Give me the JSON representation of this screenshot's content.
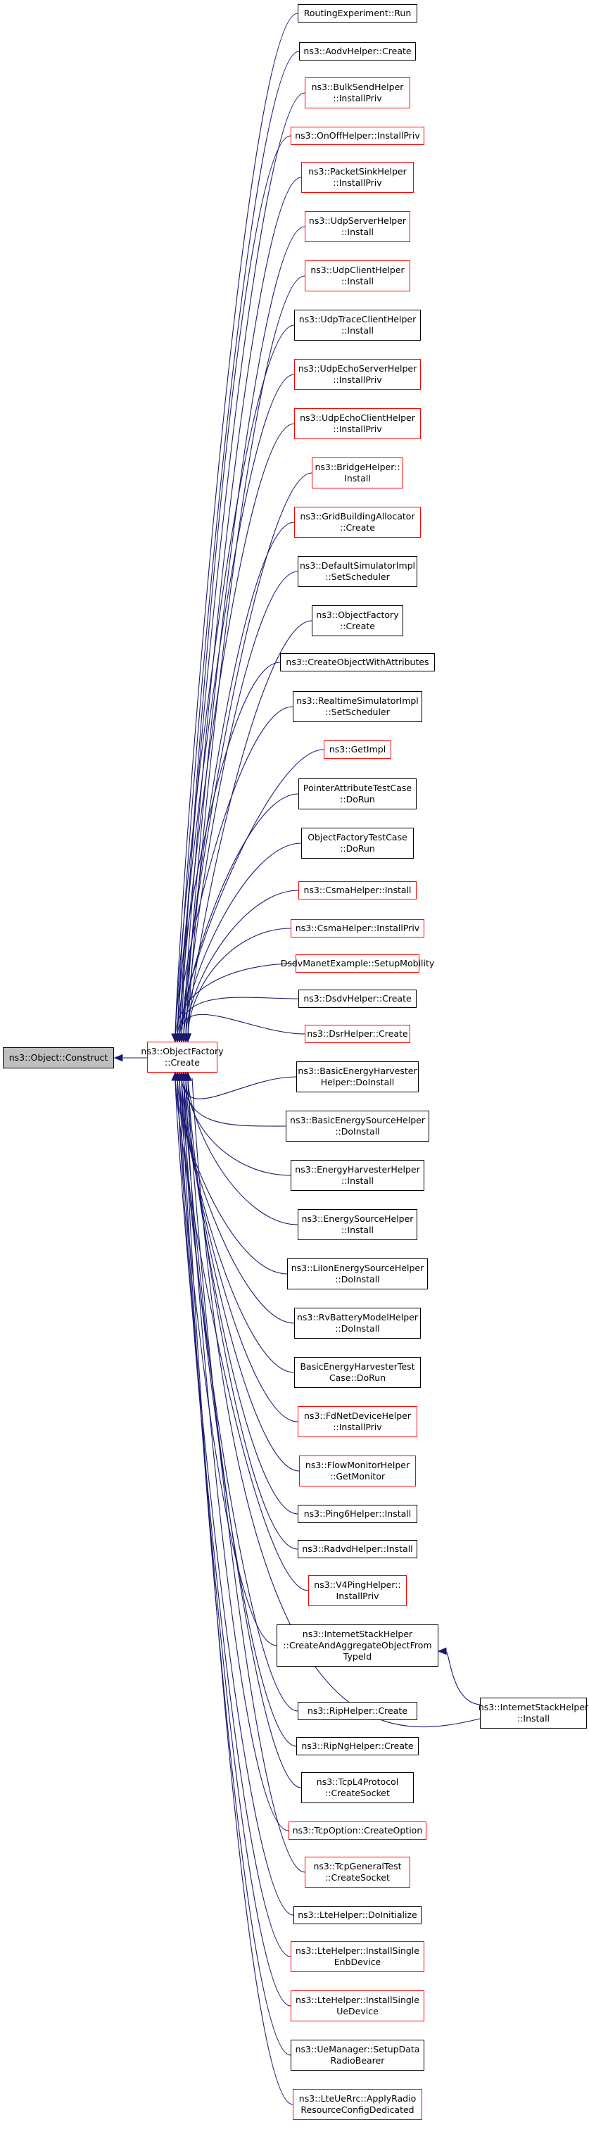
{
  "diagram": {
    "root": {
      "lines": [
        "ns3::Object::Construct"
      ]
    },
    "factory": {
      "lines": [
        "ns3::ObjectFactory",
        "::Create"
      ],
      "border": "red"
    },
    "callers": [
      {
        "lines": [
          "RoutingExperiment::Run"
        ],
        "border": "black"
      },
      {
        "lines": [
          "ns3::AodvHelper::Create"
        ],
        "border": "black"
      },
      {
        "lines": [
          "ns3::BulkSendHelper",
          "::InstallPriv"
        ],
        "border": "red"
      },
      {
        "lines": [
          "ns3::OnOffHelper::InstallPriv"
        ],
        "border": "red"
      },
      {
        "lines": [
          "ns3::PacketSinkHelper",
          "::InstallPriv"
        ],
        "border": "red"
      },
      {
        "lines": [
          "ns3::UdpServerHelper",
          "::Install"
        ],
        "border": "red"
      },
      {
        "lines": [
          "ns3::UdpClientHelper",
          "::Install"
        ],
        "border": "red"
      },
      {
        "lines": [
          "ns3::UdpTraceClientHelper",
          "::Install"
        ],
        "border": "black"
      },
      {
        "lines": [
          "ns3::UdpEchoServerHelper",
          "::InstallPriv"
        ],
        "border": "red"
      },
      {
        "lines": [
          "ns3::UdpEchoClientHelper",
          "::InstallPriv"
        ],
        "border": "red"
      },
      {
        "lines": [
          "ns3::BridgeHelper::",
          "Install"
        ],
        "border": "red"
      },
      {
        "lines": [
          "ns3::GridBuildingAllocator",
          "::Create"
        ],
        "border": "red"
      },
      {
        "lines": [
          "ns3::DefaultSimulatorImpl",
          "::SetScheduler"
        ],
        "border": "black"
      },
      {
        "lines": [
          "ns3::ObjectFactory",
          "::Create"
        ],
        "border": "black"
      },
      {
        "lines": [
          "ns3::CreateObjectWithAttributes"
        ],
        "border": "black"
      },
      {
        "lines": [
          "ns3::RealtimeSimulatorImpl",
          "::SetScheduler"
        ],
        "border": "black"
      },
      {
        "lines": [
          "ns3::GetImpl"
        ],
        "border": "red"
      },
      {
        "lines": [
          "PointerAttributeTestCase",
          "::DoRun"
        ],
        "border": "black"
      },
      {
        "lines": [
          "ObjectFactoryTestCase",
          "::DoRun"
        ],
        "border": "black"
      },
      {
        "lines": [
          "ns3::CsmaHelper::Install"
        ],
        "border": "red"
      },
      {
        "lines": [
          "ns3::CsmaHelper::InstallPriv"
        ],
        "border": "red"
      },
      {
        "lines": [
          "DsdvManetExample::SetupMobility"
        ],
        "border": "red"
      },
      {
        "lines": [
          "ns3::DsdvHelper::Create"
        ],
        "border": "black"
      },
      {
        "lines": [
          "ns3::DsrHelper::Create"
        ],
        "border": "red"
      },
      {
        "lines": [
          "ns3::BasicEnergyHarvester",
          "Helper::DoInstall"
        ],
        "border": "black"
      },
      {
        "lines": [
          "ns3::BasicEnergySourceHelper",
          "::DoInstall"
        ],
        "border": "black"
      },
      {
        "lines": [
          "ns3::EnergyHarvesterHelper",
          "::Install"
        ],
        "border": "black"
      },
      {
        "lines": [
          "ns3::EnergySourceHelper",
          "::Install"
        ],
        "border": "black"
      },
      {
        "lines": [
          "ns3::LiIonEnergySourceHelper",
          "::DoInstall"
        ],
        "border": "black"
      },
      {
        "lines": [
          "ns3::RvBatteryModelHelper",
          "::DoInstall"
        ],
        "border": "black"
      },
      {
        "lines": [
          "BasicEnergyHarvesterTest",
          "Case::DoRun"
        ],
        "border": "black"
      },
      {
        "lines": [
          "ns3::FdNetDeviceHelper",
          "::InstallPriv"
        ],
        "border": "red"
      },
      {
        "lines": [
          "ns3::FlowMonitorHelper",
          "::GetMonitor"
        ],
        "border": "red"
      },
      {
        "lines": [
          "ns3::Ping6Helper::Install"
        ],
        "border": "black"
      },
      {
        "lines": [
          "ns3::RadvdHelper::Install"
        ],
        "border": "black"
      },
      {
        "lines": [
          "ns3::V4PingHelper::",
          "InstallPriv"
        ],
        "border": "red"
      },
      {
        "lines": [
          "ns3::InternetStackHelper",
          "::CreateAndAggregateObjectFrom",
          "TypeId"
        ],
        "border": "black"
      },
      {
        "lines": [
          "ns3::RipHelper::Create"
        ],
        "border": "black"
      },
      {
        "lines": [
          "ns3::RipNgHelper::Create"
        ],
        "border": "black"
      },
      {
        "lines": [
          "ns3::TcpL4Protocol",
          "::CreateSocket"
        ],
        "border": "black"
      },
      {
        "lines": [
          "ns3::TcpOption::CreateOption"
        ],
        "border": "red"
      },
      {
        "lines": [
          "ns3::TcpGeneralTest",
          "::CreateSocket"
        ],
        "border": "red"
      },
      {
        "lines": [
          "ns3::LteHelper::DoInitialize"
        ],
        "border": "black"
      },
      {
        "lines": [
          "ns3::LteHelper::InstallSingle",
          "EnbDevice"
        ],
        "border": "red"
      },
      {
        "lines": [
          "ns3::LteHelper::InstallSingle",
          "UeDevice"
        ],
        "border": "red"
      },
      {
        "lines": [
          "ns3::UeManager::SetupData",
          "RadioBearer"
        ],
        "border": "black"
      },
      {
        "lines": [
          "ns3::LteUeRrc::ApplyRadio",
          "ResourceConfigDedicated"
        ],
        "border": "red"
      }
    ],
    "second_level": [
      {
        "lines": [
          "ns3::InternetStackHelper",
          "::Install"
        ],
        "border": "black"
      }
    ],
    "colors": {
      "edge": "#191970",
      "red_border": "#ff0000",
      "black_border": "#000000",
      "root_fill": "#bfbfbf"
    }
  }
}
